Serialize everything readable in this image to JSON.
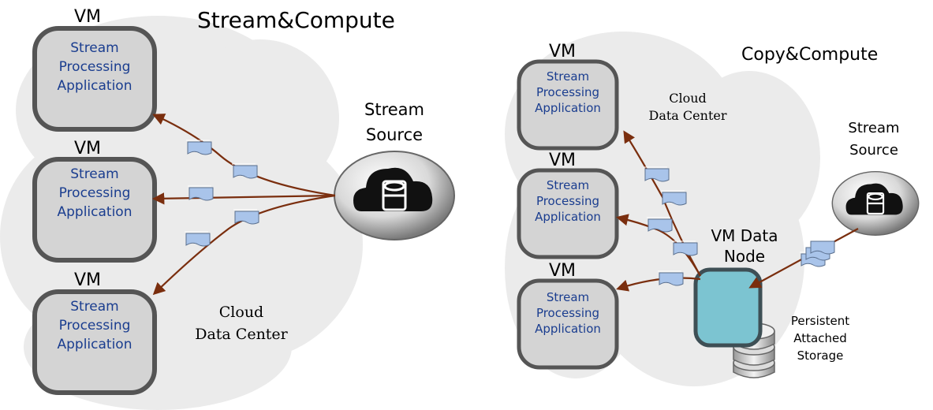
{
  "left": {
    "title": "Stream&Compute",
    "vm_label": "VM",
    "app_lines": [
      "Stream",
      "Processing",
      "Application"
    ],
    "cloud_label_lines": [
      "Cloud",
      "Data Center"
    ],
    "source_label_lines": [
      "Stream",
      "Source"
    ]
  },
  "right": {
    "title": "Copy&Compute",
    "vm_label": "VM",
    "app_lines": [
      "Stream",
      "Processing",
      "Application"
    ],
    "cloud_label_lines": [
      "Cloud",
      "Data Center"
    ],
    "source_label_lines": [
      "Stream",
      "Source"
    ],
    "data_node_lines": [
      "VM Data",
      "Node"
    ],
    "storage_lines": [
      "Persistent",
      "Attached",
      "Storage"
    ]
  },
  "colors": {
    "arrow": "#7a2e0e",
    "vm_fill": "#d4d4d4",
    "vm_stroke": "#555555",
    "app_text": "#1a3d8f",
    "data_node_fill": "#7cc4d1",
    "packet": "#a9c4ea",
    "cloud": "#ebebeb"
  },
  "icons": [
    "cloud-database-icon",
    "storage-disk-icon",
    "data-packet-icon"
  ]
}
